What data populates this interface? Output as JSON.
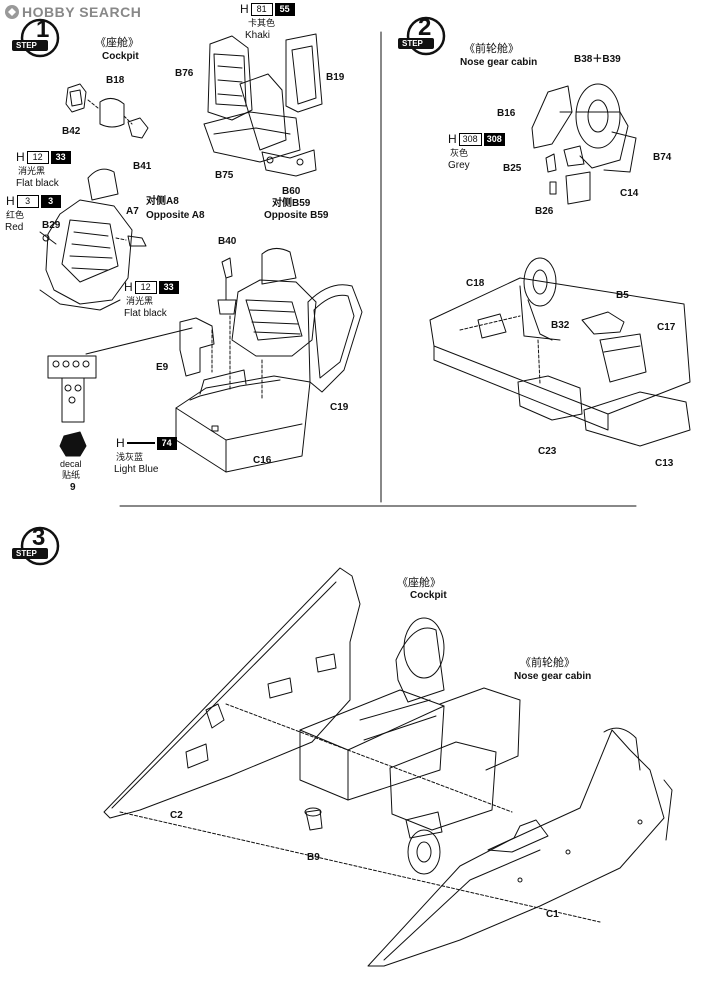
{
  "watermark": {
    "text": "HOBBY SEARCH"
  },
  "steps": [
    {
      "word": "STEP",
      "number": "1"
    },
    {
      "word": "STEP",
      "number": "2"
    },
    {
      "word": "STEP",
      "number": "3"
    }
  ],
  "step1": {
    "cockpit_cn": "《座舱》",
    "cockpit_en": "Cockpit",
    "parts": {
      "b18": "B18",
      "b42": "B42",
      "b41": "B41",
      "b29": "B29",
      "a7": "A7",
      "b76": "B76",
      "b19": "B19",
      "b75": "B75",
      "b60": "B60",
      "b40": "B40",
      "e9": "E9",
      "c19": "C19",
      "c16": "C16"
    },
    "opposite_a8_cn": "对侧A8",
    "opposite_a8_en": "Opposite A8",
    "opposite_b59_cn": "对侧B59",
    "opposite_b59_en": "Opposite B59",
    "paints": {
      "khaki": {
        "h": "H",
        "code1": "81",
        "code2": "55",
        "cn": "卡其色",
        "en": "Khaki"
      },
      "flatblack1": {
        "h": "H",
        "code1": "12",
        "code2": "33",
        "cn": "消光黑",
        "en": "Flat black"
      },
      "red": {
        "h": "H",
        "code1": "3",
        "code2": "3",
        "cn": "红色",
        "en": "Red"
      },
      "flatblack2": {
        "h": "H",
        "code1": "12",
        "code2": "33",
        "cn": "消光黑",
        "en": "Flat black"
      },
      "lightblue": {
        "h": "H",
        "code1": "",
        "code2": "74",
        "cn": "浅灰蓝",
        "en": "Light Blue"
      }
    },
    "decal": {
      "en": "decal",
      "cn": "贴纸",
      "number": "9"
    }
  },
  "step2": {
    "cabin_cn": "《前轮舱》",
    "cabin_en": "Nose gear cabin",
    "parts": {
      "b38b39": "B38＋B39",
      "b16": "B16",
      "b74": "B74",
      "b25": "B25",
      "c14": "C14",
      "b26": "B26",
      "c18": "C18",
      "b5": "B5",
      "b32": "B32",
      "c17": "C17",
      "c23": "C23",
      "c13": "C13"
    },
    "paint_grey": {
      "h": "H",
      "code1": "308",
      "code2": "308",
      "cn": "灰色",
      "en": "Grey"
    }
  },
  "step3": {
    "cockpit_cn": "《座舱》",
    "cockpit_en": "Cockpit",
    "cabin_cn": "《前轮舱》",
    "cabin_en": "Nose gear cabin",
    "parts": {
      "c2": "C2",
      "b9": "B9",
      "c1": "C1"
    }
  }
}
